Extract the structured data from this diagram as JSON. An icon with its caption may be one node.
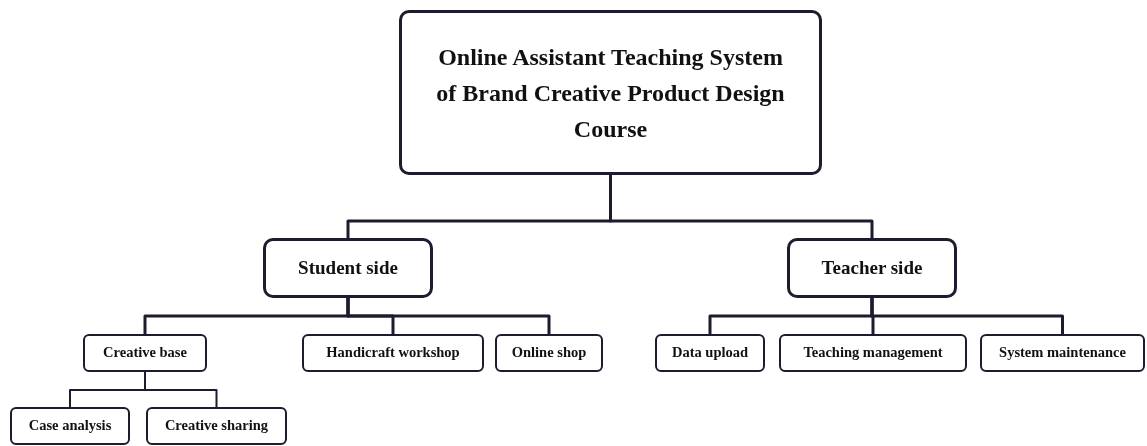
{
  "diagram": {
    "nodes": [
      {
        "text": [
          "Online Assistant Teaching System of Brand Creative Product Design Course"
        ]
      },
      {
        "text": [
          "Student side"
        ]
      },
      {
        "text": [
          "Teacher side"
        ]
      },
      {
        "text": [
          "Creative base"
        ]
      },
      {
        "text": [
          "Handicraft workshop"
        ]
      },
      {
        "text": [
          "Online shop"
        ]
      },
      {
        "text": [
          "Case analysis"
        ]
      },
      {
        "text": [
          "Creative sharing"
        ]
      },
      {
        "text": [
          "Data upload"
        ]
      },
      {
        "text": [
          "Teaching management"
        ]
      },
      {
        "text": [
          "System maintenance"
        ]
      }
    ],
    "edges": [
      {
        "from": 0,
        "to": 1,
        "arrow": "none"
      },
      {
        "from": 0,
        "to": 2,
        "arrow": "none"
      },
      {
        "from": 1,
        "to": 3,
        "arrow": "none"
      },
      {
        "from": 1,
        "to": 4,
        "arrow": "none"
      },
      {
        "from": 1,
        "to": 5,
        "arrow": "none"
      },
      {
        "from": 3,
        "to": 6,
        "arrow": "none"
      },
      {
        "from": 3,
        "to": 7,
        "arrow": "none"
      },
      {
        "from": 2,
        "to": 8,
        "arrow": "none"
      },
      {
        "from": 2,
        "to": 9,
        "arrow": "none"
      },
      {
        "from": 2,
        "to": 10,
        "arrow": "none"
      }
    ]
  }
}
